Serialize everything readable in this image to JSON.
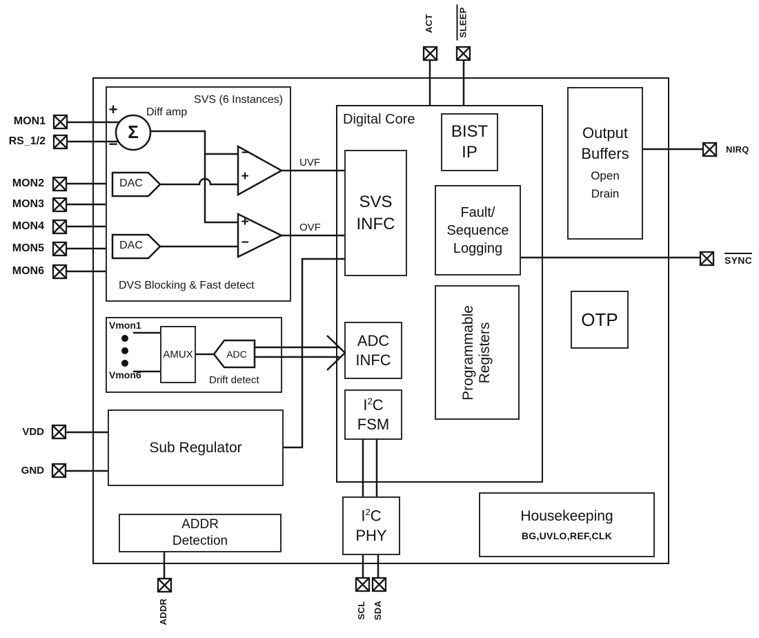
{
  "diagram": {
    "pins": {
      "mon1": "MON1",
      "rs12": "RS_1/2",
      "mon2": "MON2",
      "mon3": "MON3",
      "mon4": "MON4",
      "mon5": "MON5",
      "mon6": "MON6",
      "vdd": "VDD",
      "gnd": "GND",
      "act": "ACT",
      "sleep": "SLEEP",
      "nirq": "NIRQ",
      "sync": "SYNC",
      "addr": "ADDR",
      "scl": "SCL",
      "sda": "SDA"
    },
    "svs": {
      "title": "SVS (6 Instances)",
      "diff_amp": "Diff amp",
      "sigma": "Σ",
      "sigma_plus": "+",
      "sigma_minus": "−",
      "dac1": "DAC",
      "dac2": "DAC",
      "comp1_top": "−",
      "comp1_bottom": "+",
      "comp2_top": "+",
      "comp2_bottom": "−",
      "uvf": "UVF",
      "ovf": "OVF",
      "footer": "DVS Blocking  & Fast detect"
    },
    "drift": {
      "vmon1": "Vmon1",
      "vmon6": "Vmon6",
      "amux": "AMUX",
      "adc": "ADC",
      "label": "Drift detect"
    },
    "sub_regulator": {
      "label": "Sub Regulator"
    },
    "addr_detection": {
      "label": "ADDR\nDetection"
    },
    "digital_core": {
      "label": "Digital Core",
      "svs_infc": "SVS\nINFC",
      "bist_ip": "BIST\nIP",
      "fault_logging": "Fault/\nSequence\nLogging",
      "prog_registers": "Programmable\nRegisters",
      "adc_infc": "ADC\nINFC",
      "i2c_fsm": {
        "i": "I",
        "sup": "2",
        "c": "C",
        "line2": "FSM"
      }
    },
    "i2c_phy": {
      "i": "I",
      "sup": "2",
      "c": "C",
      "line2": "PHY"
    },
    "output_buffers": {
      "title": "Output\nBuffers",
      "subtitle": "Open\nDrain"
    },
    "otp": {
      "label": "OTP"
    },
    "housekeeping": {
      "title": "Housekeeping",
      "subtitle": "BG,UVLO,REF,CLK"
    }
  }
}
